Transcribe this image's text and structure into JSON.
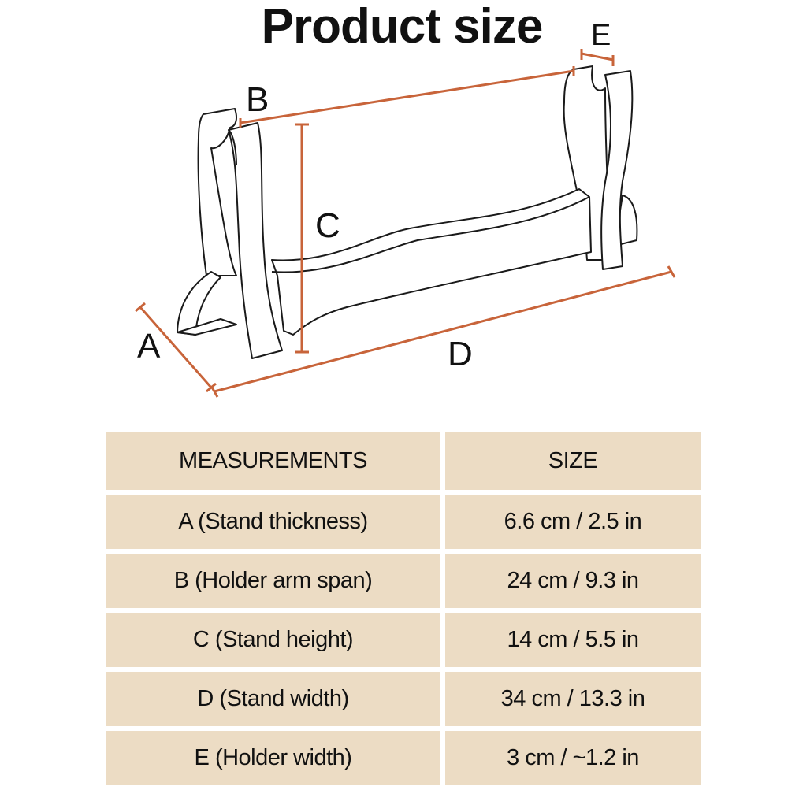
{
  "title": "Product size",
  "labels": {
    "a": "A",
    "b": "B",
    "c": "C",
    "d": "D",
    "e": "E"
  },
  "colors": {
    "dimension_line": "#c8643a",
    "table_bg": "#ecdcc4"
  },
  "table": {
    "headers": [
      "MEASUREMENTS",
      "SIZE"
    ],
    "rows": [
      [
        "A (Stand thickness)",
        "6.6 cm / 2.5 in"
      ],
      [
        "B (Holder arm span)",
        "24 cm / 9.3 in"
      ],
      [
        "C (Stand height)",
        "14 cm / 5.5 in"
      ],
      [
        "D (Stand width)",
        "34 cm / 13.3 in"
      ],
      [
        "E (Holder width)",
        "3 cm / ~1.2 in"
      ]
    ]
  }
}
